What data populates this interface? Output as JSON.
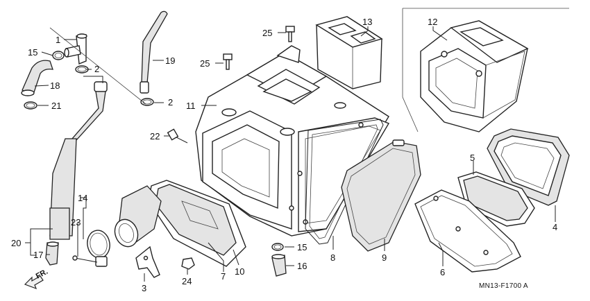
{
  "diagram": {
    "code_label": "MN13-F1700 A",
    "direction_label": "FR.",
    "callouts": [
      {
        "id": "c1",
        "text": "1"
      },
      {
        "id": "c2a",
        "text": "2"
      },
      {
        "id": "c2b",
        "text": "2"
      },
      {
        "id": "c3",
        "text": "3"
      },
      {
        "id": "c4",
        "text": "4"
      },
      {
        "id": "c5",
        "text": "5"
      },
      {
        "id": "c6",
        "text": "6"
      },
      {
        "id": "c7",
        "text": "7"
      },
      {
        "id": "c8",
        "text": "8"
      },
      {
        "id": "c9",
        "text": "9"
      },
      {
        "id": "c10",
        "text": "10"
      },
      {
        "id": "c11",
        "text": "11"
      },
      {
        "id": "c12",
        "text": "12"
      },
      {
        "id": "c13",
        "text": "13"
      },
      {
        "id": "c14",
        "text": "14"
      },
      {
        "id": "c15a",
        "text": "15"
      },
      {
        "id": "c15b",
        "text": "15"
      },
      {
        "id": "c16",
        "text": "16"
      },
      {
        "id": "c17",
        "text": "17"
      },
      {
        "id": "c18",
        "text": "18"
      },
      {
        "id": "c19",
        "text": "19"
      },
      {
        "id": "c20",
        "text": "20"
      },
      {
        "id": "c21",
        "text": "21"
      },
      {
        "id": "c22",
        "text": "22"
      },
      {
        "id": "c23",
        "text": "23"
      },
      {
        "id": "c24",
        "text": "24"
      },
      {
        "id": "c25a",
        "text": "25"
      },
      {
        "id": "c25b",
        "text": "25"
      }
    ]
  }
}
